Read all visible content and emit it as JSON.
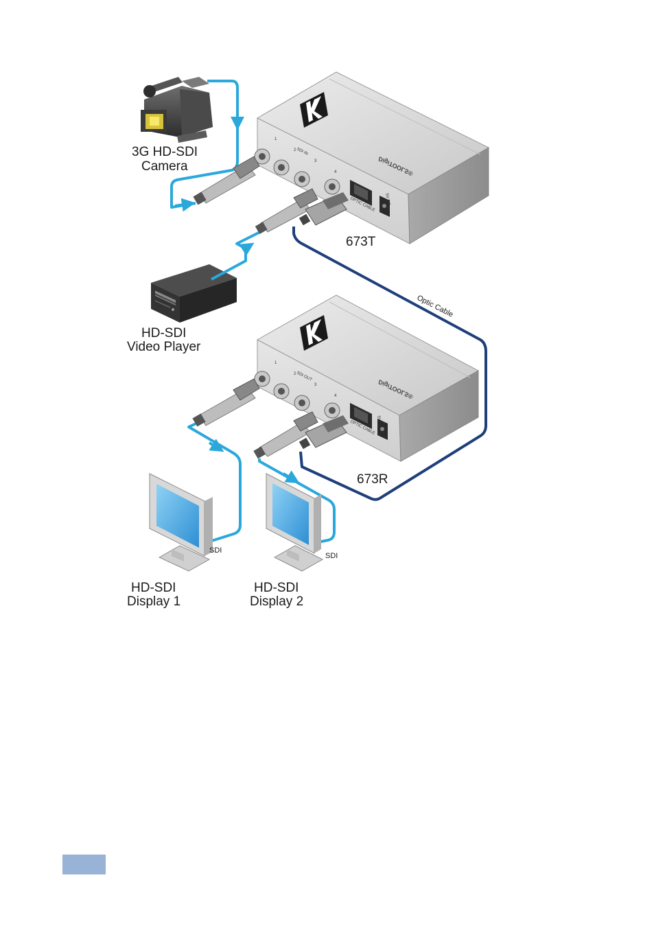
{
  "colors": {
    "sdi_cable": "#2aa8dc",
    "optic_cable": "#1e3f7a",
    "device_body": "#dcdcdc",
    "page_tab": "#99b3d6"
  },
  "devices": {
    "camera_label_line1": "3G HD-SDI",
    "camera_label_line2": "Camera",
    "player_label_line1": "HD-SDI",
    "player_label_line2": "Video Player",
    "transmitter_label": "673T",
    "receiver_label": "673R",
    "display1_label_line1": "HD-SDI",
    "display1_label_line2": "Display 1",
    "display2_label_line1": "HD-SDI",
    "display2_label_line2": "Display 2"
  },
  "cables": {
    "optic_cable_label": "Optic Cable",
    "sdi_label_1": "SDI",
    "sdi_label_2": "SDI"
  },
  "panel": {
    "brand": "DigiTOOLS®",
    "tx_port_group": "SDI IN",
    "rx_port_group": "SDI OUT",
    "port_1": "1",
    "port_2": "2",
    "port_3": "3",
    "port_4": "4",
    "optic_port": "OPTIC CABLE",
    "power_port": "5V DC"
  }
}
